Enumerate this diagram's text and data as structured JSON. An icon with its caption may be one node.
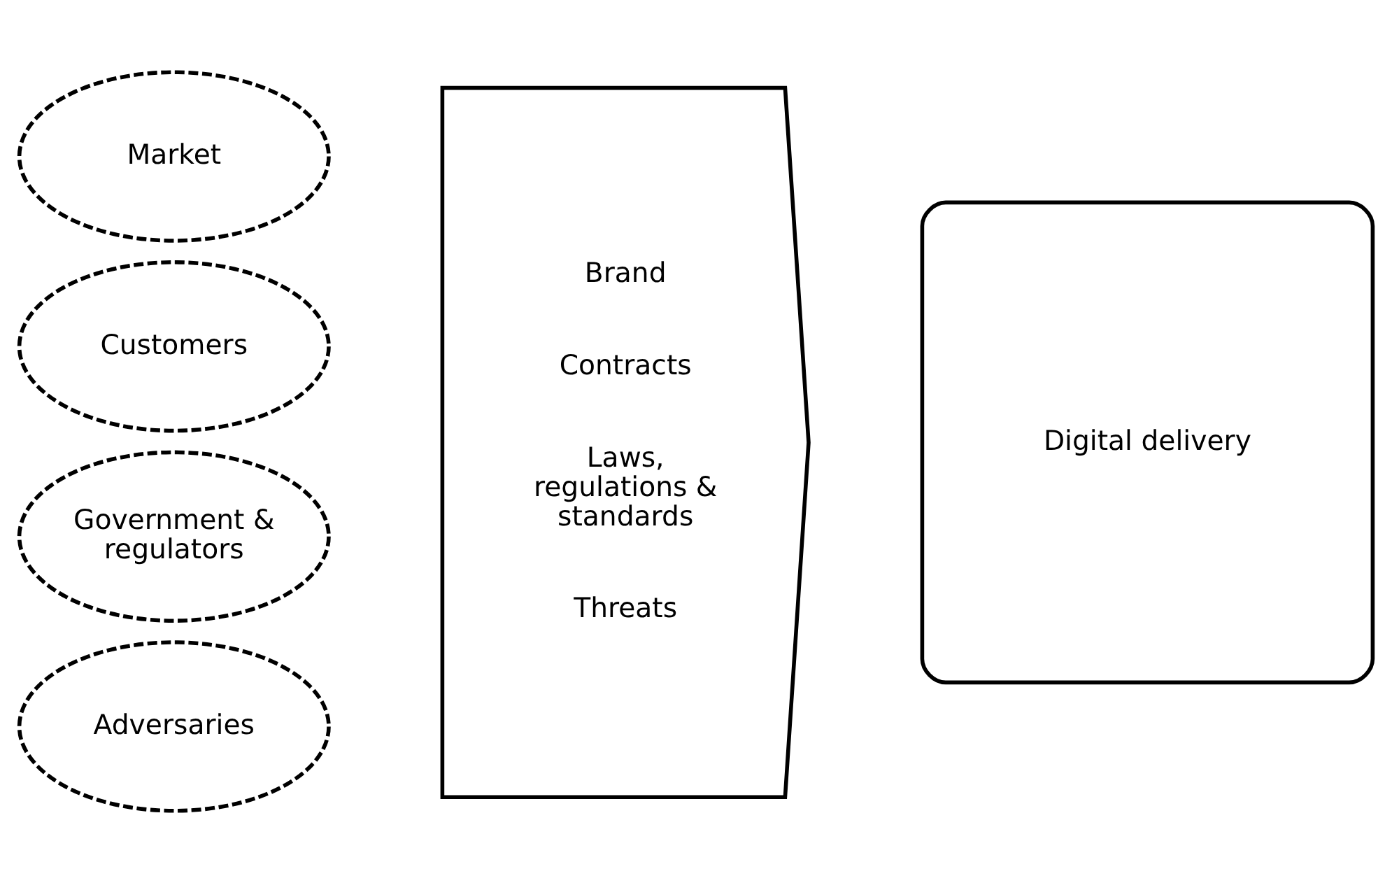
{
  "diagram": {
    "nodes": [
      {
        "text": [
          "Market"
        ]
      },
      {
        "text": [
          "Customers"
        ]
      },
      {
        "text": [
          "Government & regulators"
        ]
      },
      {
        "text": [
          "Adversaries"
        ]
      },
      {
        "text": [
          "Brand",
          "Contracts",
          "Laws, regulations & standards",
          "Threats"
        ]
      },
      {
        "text": [
          "Digital delivery"
        ]
      }
    ]
  }
}
